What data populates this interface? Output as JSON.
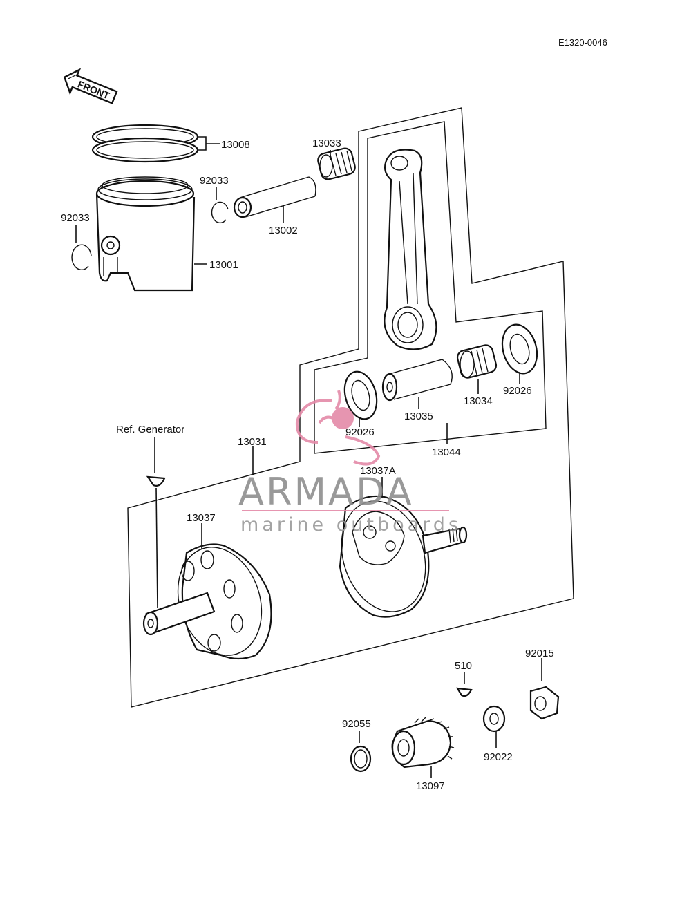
{
  "diagram_code": "E1320-0046",
  "front_label": "FRONT",
  "watermark": {
    "brand": "ARMADA",
    "tagline": "marine outboards",
    "accent": "#e48aa8"
  },
  "labels": {
    "p13008": "13008",
    "p13033": "13033",
    "p92033a": "92033",
    "p92033b": "92033",
    "p13002": "13002",
    "p13001": "13001",
    "p92026a": "92026",
    "p13034": "13034",
    "p13035": "13035",
    "p92026b": "92026",
    "p13044": "13044",
    "ref_generator": "Ref. Generator",
    "p13031": "13031",
    "p13037A": "13037A",
    "p13037": "13037",
    "p510": "510",
    "p92015": "92015",
    "p92055": "92055",
    "p92022": "92022",
    "p13097": "13097"
  }
}
